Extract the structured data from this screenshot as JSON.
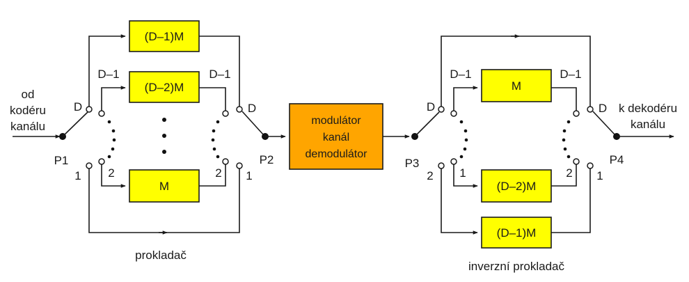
{
  "interleaver": {
    "caption": "prokladač",
    "input_label": [
      "od",
      "kodéru",
      "kanálu"
    ],
    "switch_in": {
      "name": "P1",
      "top_contact": "D",
      "bottom_contact": "1"
    },
    "switch_out": {
      "name": "P2",
      "top_contact": "D",
      "bottom_contact": "1"
    },
    "branch_labels": {
      "d_minus_1": "D–1",
      "two": "2"
    },
    "blocks": [
      "(D–1)M",
      "(D–2)M",
      "M"
    ]
  },
  "channel": {
    "lines": [
      "modulátor",
      "kanál",
      "demodulátor"
    ]
  },
  "deinterleaver": {
    "caption": "inverzní prokladač",
    "output_label": [
      "k dekodéru",
      "kanálu"
    ],
    "switch_in": {
      "name": "P3",
      "top_contact": "D",
      "bottom_contact": "2"
    },
    "switch_out": {
      "name": "P4",
      "top_contact": "D",
      "bottom_contact": "1"
    },
    "branch_labels": {
      "d_minus_1": "D–1",
      "two": "2",
      "one": "1"
    },
    "blocks": [
      "M",
      "(D–2)M",
      "(D–1)M"
    ]
  },
  "colors": {
    "block_fill": "#ffff00",
    "channel_fill": "#ffa500",
    "stroke": "#1a1a1a"
  }
}
